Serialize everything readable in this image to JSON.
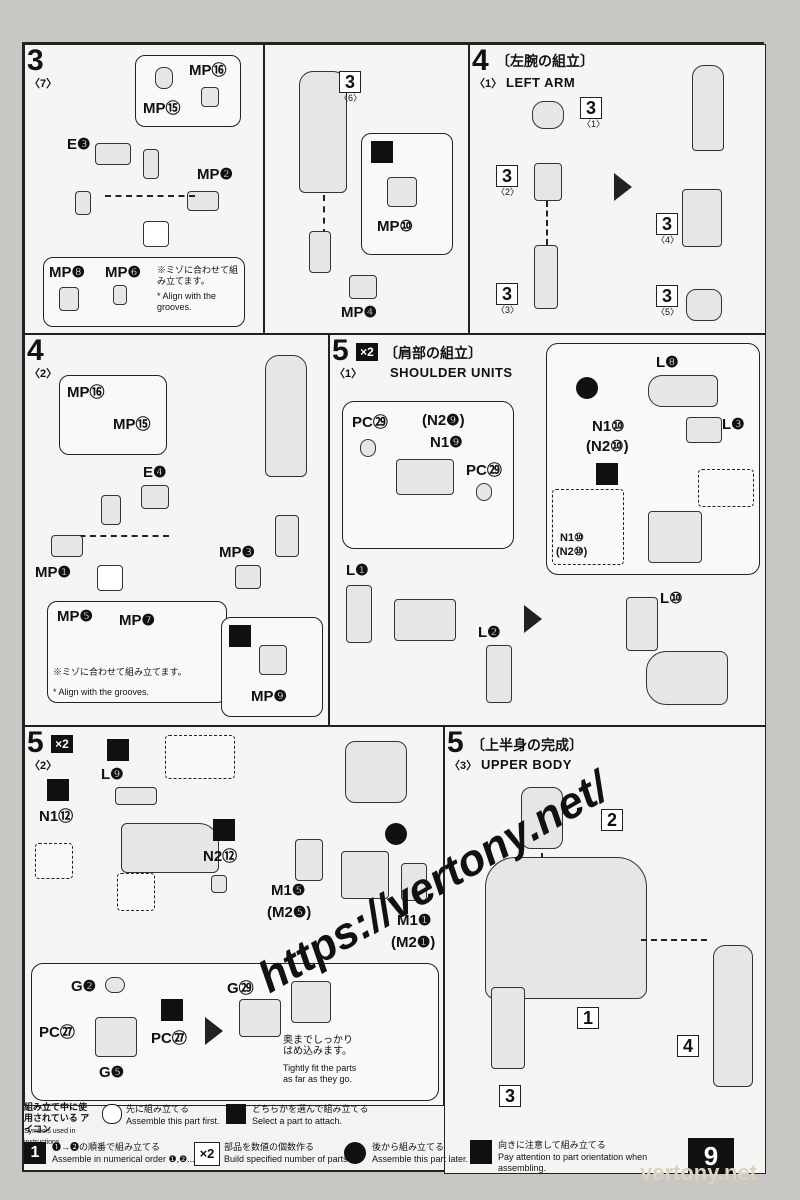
{
  "steps": {
    "s3_7": {
      "num": "3",
      "sub": "〈7〉",
      "labels": [
        "MP⑯",
        "MP⑮",
        "E❸",
        "MP❷",
        "MP❽",
        "MP❻"
      ],
      "note_jp": "※ミゾに合わせて組み立てます。",
      "note_en": "* Align with the grooves.",
      "part_num": "3",
      "part_sub": "〈6〉",
      "hand_label": "MP⑩",
      "mp4": "MP❹"
    },
    "s4_1": {
      "num": "4",
      "sub": "〈1〉",
      "title_jp": "〔左腕の組立〕",
      "title_en": "LEFT ARM",
      "b1": "3",
      "b1s": "〈1〉",
      "b2": "3",
      "b2s": "〈2〉",
      "b3": "3",
      "b3s": "〈3〉",
      "b4": "3",
      "b4s": "〈4〉",
      "b5": "3",
      "b5s": "〈5〉"
    },
    "s4_2": {
      "num": "4",
      "sub": "〈2〉",
      "labels": [
        "MP⑯",
        "MP⑮",
        "E❹",
        "MP❶",
        "MP❺",
        "MP❼",
        "MP❸",
        "MP❾"
      ],
      "note_jp": "※ミゾに合わせて組み立てます。",
      "note_en": "* Align with the grooves."
    },
    "s5_1": {
      "num": "5",
      "sub": "〈1〉",
      "x2": "×2",
      "title_jp": "〔肩部の組立〕",
      "title_en": "SHOULDER UNITS",
      "pc29": "PC㉙",
      "n29": "(N2❾)",
      "n19": "N1❾",
      "pc29b": "PC㉙",
      "l1": "L❶",
      "l2": "L❷",
      "l8": "L❽",
      "l3": "L❸",
      "n110": "N1⑩",
      "n210": "(N2⑩)",
      "n110b": "N1⑩",
      "n210b": "(N2⑩)",
      "l10": "L⑩"
    },
    "s5_2": {
      "num": "5",
      "sub": "〈2〉",
      "x2": "×2",
      "l9": "L❾",
      "n112": "N1⑫",
      "n212": "N2⑫",
      "m15": "M1❺",
      "m25": "(M2❺)",
      "m11": "M1❶",
      "m21": "(M2❶)",
      "g2": "G❷",
      "pc27": "PC㉗",
      "pc27b": "PC㉗",
      "g5": "G❺",
      "g29": "G㉙",
      "tight_jp": "奥までしっかり\nはめ込みます。",
      "tight_en": "Tightly fit the parts\nas far as they go."
    },
    "s5_3": {
      "num": "5",
      "sub": "〈3〉",
      "title_jp": "〔上半身の完成〕",
      "title_en": "UPPER BODY",
      "n2": "2",
      "n1": "1",
      "n3": "3",
      "n4": "4"
    }
  },
  "legend": {
    "title_jp": "組み立て中に使用されている アイコン",
    "title_en": "Symbols used in instructions",
    "i1_jp": "先に組み立てる",
    "i1_en": "Assemble this part first.",
    "i2_jp": "どちらかを選んで組み立てる",
    "i2_en": "Select a part to attach.",
    "i3_jp": "❶→❷の順番で組み立てる",
    "i3_en": "Assemble in numerical order ❶,❷...",
    "i4_mark": "×2",
    "i4_jp": "部品を数値の個数作る",
    "i4_en": "Build specified number of parts.",
    "i5_jp": "後から組み立てる",
    "i5_en": "Assemble this part later.",
    "i6_jp": "向きに注意して組み立てる",
    "i6_en": "Pay attention to part orientation when assembling.",
    "i1_mark": "1"
  },
  "page": {
    "number": "9"
  },
  "watermark": {
    "text": "https://vertony.net/",
    "corner": "vertony.net"
  }
}
